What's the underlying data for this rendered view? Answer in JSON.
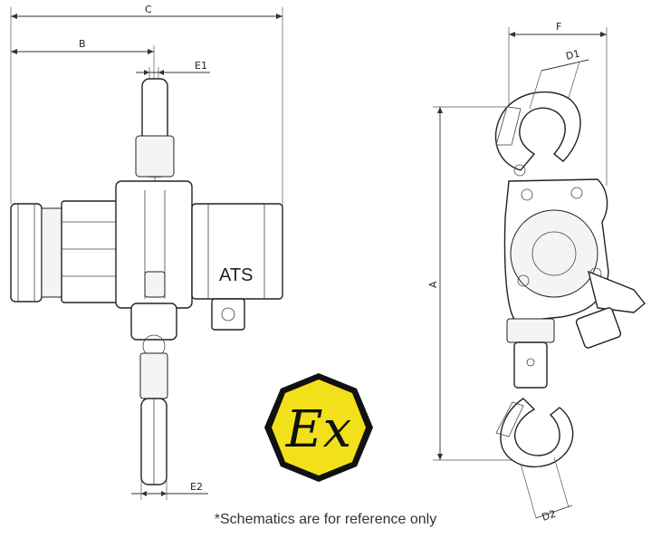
{
  "dimensions": {
    "a": "A",
    "b": "B",
    "c": "C",
    "d1": "D1",
    "d2": "D2",
    "e1": "E1",
    "e2": "E2",
    "f": "F"
  },
  "brand": "ATS",
  "ex_mark": "Ex",
  "note": "*Schematics are for reference only",
  "colors": {
    "ex_fill": "#f2e01b",
    "ex_outline": "#111111",
    "line": "#222222"
  }
}
